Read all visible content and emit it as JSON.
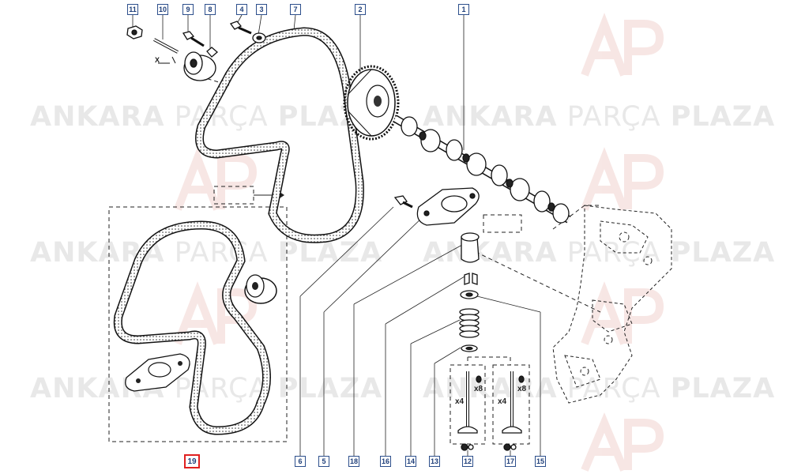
{
  "watermark": {
    "brand_bold_1": "ANKARA",
    "brand_light": "PARÇA",
    "brand_bold_2": "PLAZA"
  },
  "callouts": [
    "11",
    "10",
    "9",
    "8",
    "4",
    "3",
    "7",
    "2",
    "1",
    "19",
    "6",
    "5",
    "18",
    "16",
    "14",
    "13",
    "12",
    "17",
    "15"
  ],
  "quantities": {
    "x4_left": "x4",
    "x8_left": "x8",
    "x4_right": "x4",
    "x8_right": "x8"
  },
  "marker_x": "X",
  "highlight_color": "#e02020",
  "callout_color": "#2d4f8c"
}
